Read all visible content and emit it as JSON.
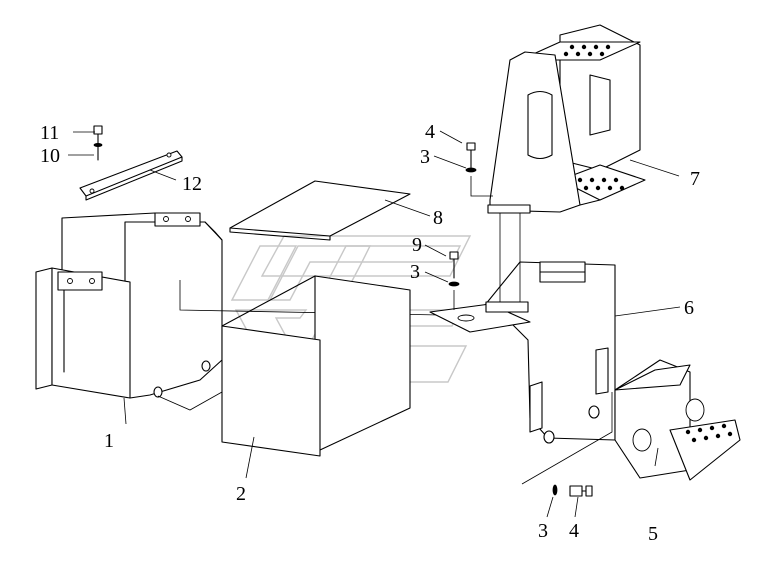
{
  "labels": {
    "p1": "1",
    "p2": "2",
    "p3a": "3",
    "p3b": "3",
    "p3c": "3",
    "p4a": "4",
    "p4b": "4",
    "p5": "5",
    "p6": "6",
    "p7": "7",
    "p8": "8",
    "p9": "9",
    "p10": "10",
    "p11": "11",
    "p12": "12"
  },
  "colors": {
    "line": "#000000",
    "background": "#ffffff",
    "watermark": "#c8c8c8"
  }
}
